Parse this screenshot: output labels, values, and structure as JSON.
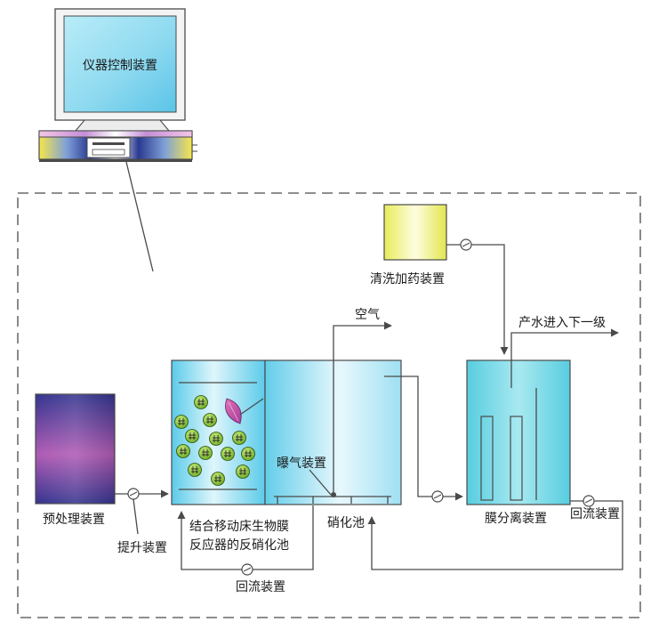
{
  "labels": {
    "controller": "仪器控制装置",
    "cleaning": "清洗加药装置",
    "air": "空气",
    "product_water": "产水进入下一级",
    "pretreatment": "预处理装置",
    "lift": "提升装置",
    "mbbr_line1": "结合移动床生物膜",
    "mbbr_line2": "反应器的反硝化池",
    "aeration": "曝气装置",
    "nitrification": "硝化池",
    "membrane": "膜分离装置",
    "return_bottom": "回流装置",
    "return_right": "回流装置"
  },
  "colors": {
    "line": "#4a4a4a",
    "tank_blue": "#6fd0ea",
    "membrane_blue": "#66d2e2",
    "pre_top": "#3a3a98",
    "pre_mid": "#b55ab5",
    "carrier_green": "#8fcc3c",
    "cleaning_yellow": "#f0f27a"
  }
}
